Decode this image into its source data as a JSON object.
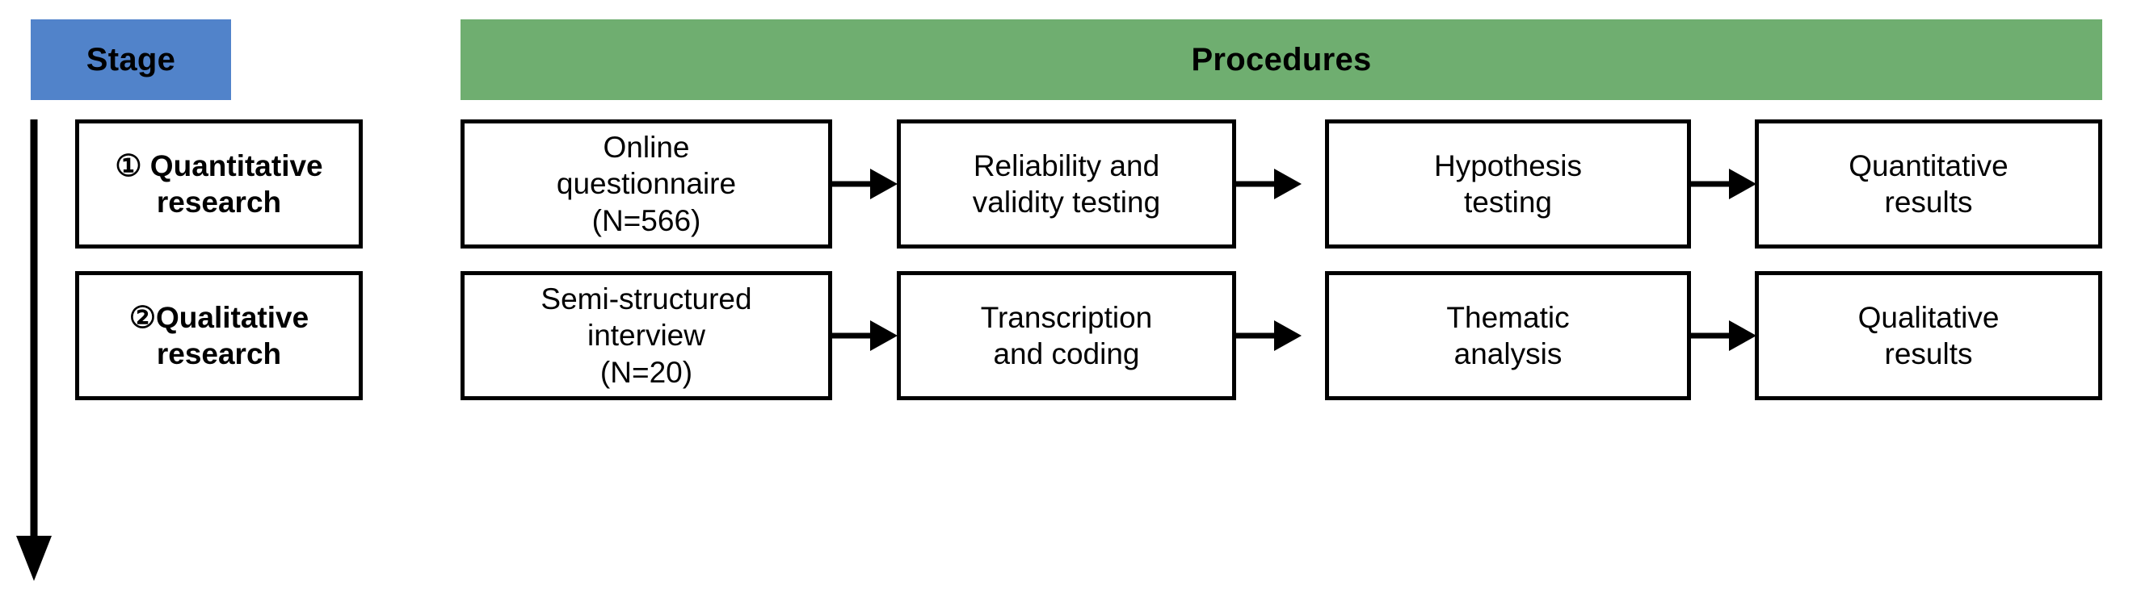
{
  "diagram": {
    "title_implied": "Research design flow",
    "colors": {
      "stage_header_bg": "#5183CA",
      "procedures_header_bg": "#6FAE70",
      "box_border": "#000000",
      "box_bg": "#FFFFFF",
      "text": "#000000"
    },
    "headers": {
      "stage": "Stage",
      "procedures": "Procedures"
    },
    "stage_direction_icon": "down-arrow-icon",
    "rows": [
      {
        "stage_marker": "①",
        "stage_label": "① Quantitative\nresearch",
        "procedures": [
          "Online\nquestionnaire\n(N=566)",
          "Reliability and\nvalidity testing",
          "Hypothesis\ntesting",
          "Quantitative\nresults"
        ],
        "sample_size": "N=566"
      },
      {
        "stage_marker": "②",
        "stage_label": "②Qualitative\nresearch",
        "procedures": [
          "Semi-structured\ninterview\n(N=20)",
          "Transcription\nand coding",
          "Thematic\nanalysis",
          "Qualitative\nresults"
        ],
        "sample_size": "N=20"
      }
    ],
    "connector_icon": "right-arrow-icon"
  }
}
